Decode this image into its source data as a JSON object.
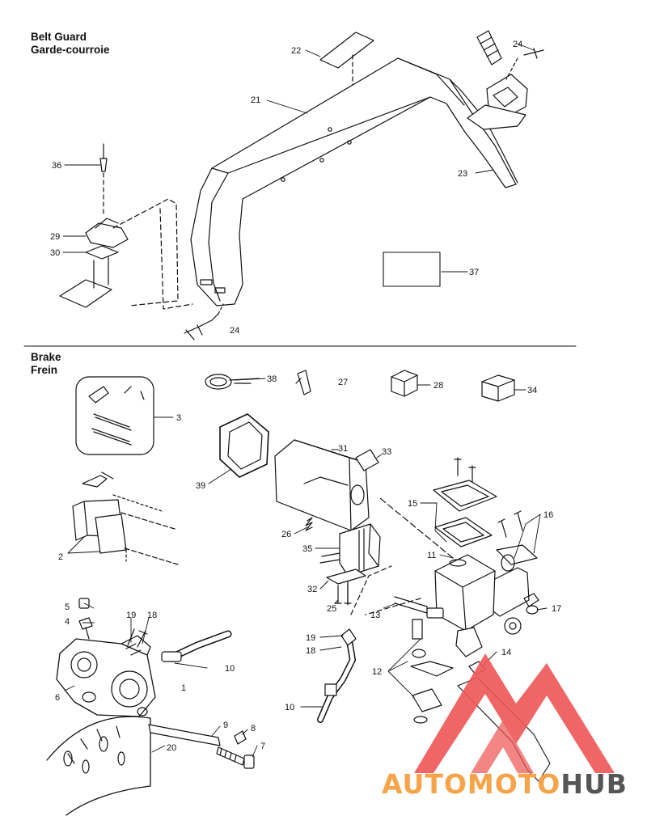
{
  "sections": {
    "belt_guard": {
      "title_en": "Belt Guard",
      "title_fr": "Garde-courroie"
    },
    "brake": {
      "title_en": "Brake",
      "title_fr": "Frein"
    }
  },
  "callouts": {
    "c22": "22",
    "c24a": "24",
    "c21": "21",
    "c36": "36",
    "c23": "23",
    "c29": "29",
    "c30": "30",
    "c37": "37",
    "c24b": "24",
    "c38": "38",
    "c27": "27",
    "c28": "28",
    "c34": "34",
    "c3": "3",
    "c31": "31",
    "c33": "33",
    "c39": "39",
    "c15": "15",
    "c16": "16",
    "c26": "26",
    "c2": "2",
    "c11": "11",
    "c35": "35",
    "c32": "32",
    "c25": "25",
    "c13": "13",
    "c17": "17",
    "c5": "5",
    "c4": "4",
    "c19a": "19",
    "c18a": "18",
    "c19b": "19",
    "c18b": "18",
    "c14": "14",
    "c10a": "10",
    "c12": "12",
    "c6": "6",
    "c1": "1",
    "c10b": "10",
    "c9": "9",
    "c8": "8",
    "c7": "7",
    "c20": "20"
  },
  "watermark": {
    "brand_part1": "AUTOMOTO",
    "brand_part2": "HUB",
    "color_logo": "#ef5656",
    "color_text1": "#f6a34a",
    "color_text2": "#555555"
  }
}
